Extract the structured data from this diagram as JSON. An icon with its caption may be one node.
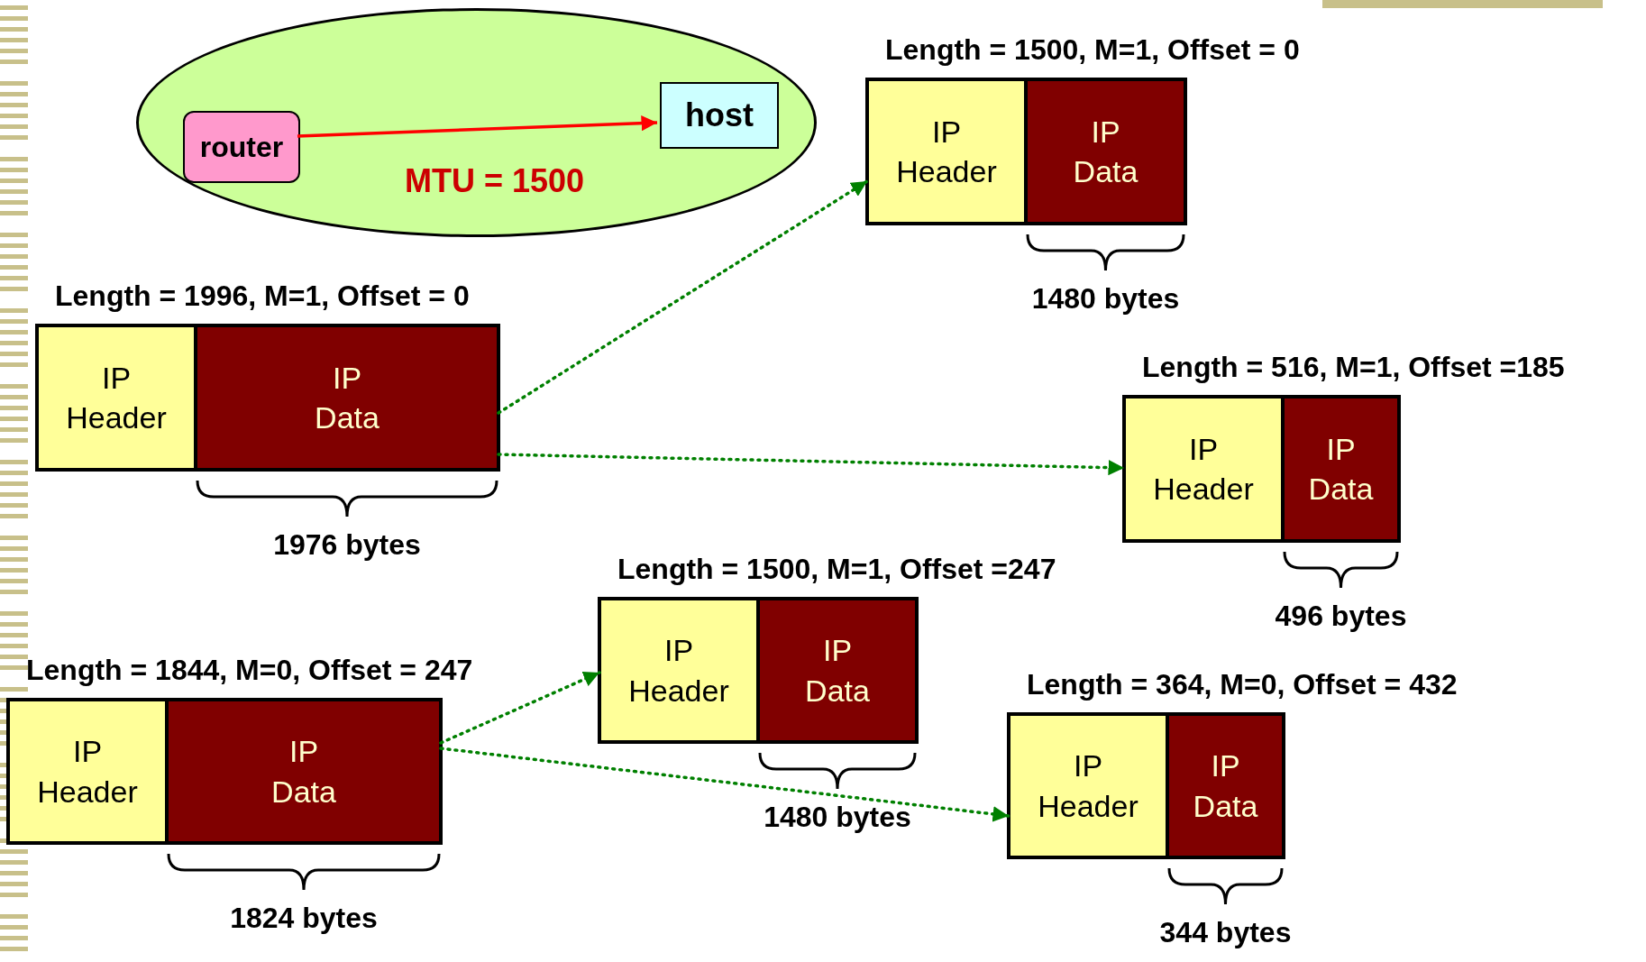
{
  "diagram": {
    "nodes": [
      {
        "text": [
          "MTU = 1500"
        ]
      },
      {
        "text": [
          "router"
        ],
        "in": 0
      },
      {
        "text": [
          "host"
        ],
        "in": 0
      },
      {
        "text": [
          "Length = 1996, M=1, Offset = 0"
        ]
      },
      {
        "text": [
          "IP Header"
        ],
        "in": 3
      },
      {
        "text": [
          "IP Data"
        ],
        "in": 3,
        "beside": [
          "1976 bytes"
        ]
      },
      {
        "text": [
          "Length = 1500, M=1, Offset = 0"
        ]
      },
      {
        "text": [
          "IP Header"
        ],
        "in": 6
      },
      {
        "text": [
          "IP Data"
        ],
        "in": 6,
        "beside": [
          "1480 bytes"
        ]
      },
      {
        "text": [
          "Length = 516, M=1, Offset =185"
        ]
      },
      {
        "text": [
          "IP Header"
        ],
        "in": 9
      },
      {
        "text": [
          "IP Data"
        ],
        "in": 9,
        "beside": [
          "496 bytes"
        ]
      },
      {
        "text": [
          "Length = 1844, M=0, Offset = 247"
        ]
      },
      {
        "text": [
          "IP Header"
        ],
        "in": 12
      },
      {
        "text": [
          "IP Data"
        ],
        "in": 12,
        "beside": [
          "1824 bytes"
        ]
      },
      {
        "text": [
          "Length = 1500, M=1, Offset =247"
        ]
      },
      {
        "text": [
          "IP Header"
        ],
        "in": 15
      },
      {
        "text": [
          "IP Data"
        ],
        "in": 15,
        "beside": [
          "1480 bytes"
        ]
      },
      {
        "text": [
          "Length = 364, M=0, Offset = 432"
        ]
      },
      {
        "text": [
          "IP Header"
        ],
        "in": 18
      },
      {
        "text": [
          "IP Data"
        ],
        "in": 18,
        "beside": [
          "344 bytes"
        ]
      }
    ],
    "edges": [
      {
        "from": 1,
        "to": 2,
        "arrow": "to",
        "color": "#ff0000"
      },
      {
        "from": 3,
        "to": 6,
        "arrow": "to",
        "style": "dashed"
      },
      {
        "from": 3,
        "to": 9,
        "arrow": "to",
        "style": "dashed"
      },
      {
        "from": 12,
        "to": 15,
        "arrow": "to",
        "style": "dashed"
      },
      {
        "from": 12,
        "to": 18,
        "arrow": "to",
        "style": "dashed"
      }
    ]
  }
}
